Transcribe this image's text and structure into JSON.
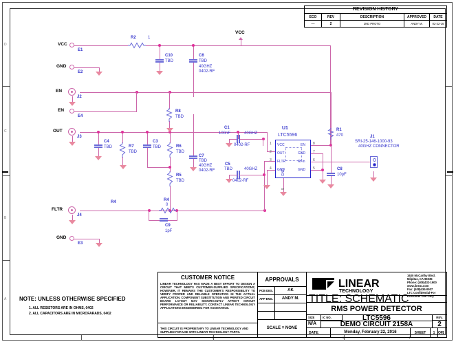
{
  "sheet": {
    "zones_vertical": [
      "D",
      "C",
      "B",
      "A"
    ],
    "zones_horizontal": [
      "4",
      "3",
      "2",
      "1"
    ]
  },
  "revision_history": {
    "title": "REVISION HISTORY",
    "columns": [
      "ECO",
      "REV",
      "DESCRIPTION",
      "APPROVED",
      "DATE"
    ],
    "rows": [
      [
        "—",
        "2",
        "2ND PROTO",
        "ANDY M.",
        "02-22-16"
      ]
    ]
  },
  "notes": {
    "heading": "NOTE: UNLESS OTHERWISE SPECIFIED",
    "items": [
      "1.  ALL RESISTORS ARE IN OHMS, 0402",
      "2.  ALL CAPACITORS ARE IN MICROFARADS, 0402"
    ]
  },
  "customer_notice": {
    "title": "CUSTOMER NOTICE",
    "body": "LINEAR TECHNOLOGY HAS MADE A BEST EFFORT TO DESIGN A CIRCUIT THAT MEETS CUSTOMER-SUPPLIED SPECIFICATIONS; HOWEVER, IT REMAINS THE CUSTOMER'S RESPONSIBILITY TO VERIFY PROPER AND RELIABLE OPERATION IN THE ACTUAL APPLICATION.  COMPONENT SUBSTITUTION AND PRINTED CIRCUIT BOARD LAYOUT MAY SIGNIFICANTLY AFFECT CIRCUIT PERFORMANCE OR RELIABILITY.  CONTACT LINEAR TECHNOLOGY APPLICATIONS ENGINEERING FOR ASSISTANCE.",
    "footer": "THIS CIRCUIT IS PROPRIETARY TO LINEAR TECHNOLOGY AND SUPPLIED FOR USE WITH LINEAR TECHNOLOGY PARTS."
  },
  "approvals": {
    "title": "APPROVALS",
    "rows": [
      {
        "label": "PCB DES.",
        "value": "AK"
      },
      {
        "label": "APP ENG.",
        "value": "ANDY M."
      },
      {
        "label": "",
        "value": ""
      },
      {
        "label": "",
        "value": ""
      }
    ],
    "scale": "SCALE = NONE"
  },
  "company": {
    "name": "LINEAR",
    "subname": "TECHNOLOGY",
    "address_line1": "1630 McCarthy Blvd.",
    "address_line2": "Milpitas, CA 95035",
    "phone": "Phone: (408)432-1900  www.linear.com",
    "fax": "Fax: (408)434-0507",
    "confidential": "LTC Confidential-For Customer Use Only"
  },
  "title_block": {
    "title_label": "TITLE:  SCHEMATIC",
    "title_main": "RMS POWER DETECTOR",
    "size_label": "SIZE",
    "size_value": "N/A",
    "ic_no_label": "IC NO.",
    "ic_no_value": "LTC5596",
    "demo_circuit": "DEMO CIRCUIT 2158A",
    "rev_label": "REV.",
    "rev_value": "2",
    "date_label": "DATE:",
    "date_value": "Monday, February 22, 2016",
    "sheet_label": "SHEET",
    "sheet_number": "1",
    "of_label": "OF",
    "sheet_total": "1"
  },
  "schematic": {
    "nets": [
      {
        "name": "VCC",
        "id": "net-vcc-left"
      },
      {
        "name": "GND",
        "id": "net-gnd-e2"
      },
      {
        "name": "EN",
        "id": "net-en-j2"
      },
      {
        "name": "EN",
        "id": "net-en-e4"
      },
      {
        "name": "OUT",
        "id": "net-out-j3"
      },
      {
        "name": "FLTR",
        "id": "net-fltr-j4"
      },
      {
        "name": "GND",
        "id": "net-gnd-e3"
      },
      {
        "name": "VCC",
        "id": "net-vcc-top"
      }
    ],
    "terminals": [
      {
        "ref": "E1",
        "net": "VCC"
      },
      {
        "ref": "E2",
        "net": "GND"
      },
      {
        "ref": "E4",
        "net": "EN"
      },
      {
        "ref": "E3",
        "net": "GND"
      }
    ],
    "jacks": [
      {
        "ref": "J2",
        "net": "EN"
      },
      {
        "ref": "J3",
        "net": "OUT"
      },
      {
        "ref": "J4",
        "net": "FLTR"
      }
    ],
    "components": [
      {
        "ref": "R2",
        "value": "1"
      },
      {
        "ref": "R8",
        "value": "TBD"
      },
      {
        "ref": "R7",
        "value": "TBD"
      },
      {
        "ref": "R6",
        "value": "TBD"
      },
      {
        "ref": "R5",
        "value": "TBD"
      },
      {
        "ref": "R4",
        "value": "0"
      },
      {
        "ref": "R1",
        "value": "470"
      },
      {
        "ref": "C10",
        "value": "TBD"
      },
      {
        "ref": "C6",
        "value": "TBD",
        "note1": "40GHZ",
        "note2": "0402-RF"
      },
      {
        "ref": "C7",
        "value": "TBD",
        "note1": "40GHZ",
        "note2": "0402-RF"
      },
      {
        "ref": "C1",
        "value": "100nF",
        "note1": "40GHZ",
        "note2": "0402-RF"
      },
      {
        "ref": "C5",
        "value": "TBD",
        "note1": "40GHZ",
        "note2": "0402-RF"
      },
      {
        "ref": "C4",
        "value": "TBD"
      },
      {
        "ref": "C3",
        "value": "TBD"
      },
      {
        "ref": "C9",
        "value": "1pF"
      },
      {
        "ref": "C8",
        "value": "10pF"
      }
    ],
    "ic": {
      "ref": "U1",
      "part": "LTC5596",
      "pins_left": [
        {
          "num": "1",
          "name": "VCC"
        },
        {
          "num": "2",
          "name": "OUT"
        },
        {
          "num": "3",
          "name": "FLTR"
        },
        {
          "num": "4",
          "name": "GND"
        }
      ],
      "pins_right": [
        {
          "num": "8",
          "name": "EN"
        },
        {
          "num": "7",
          "name": "GND"
        },
        {
          "num": "6",
          "name": "RFin"
        },
        {
          "num": "5",
          "name": "GND"
        }
      ],
      "pin_bottom": {
        "num": "9",
        "name": "GND"
      }
    },
    "connector": {
      "ref": "J1",
      "part": "SRI-25-146-1000-93",
      "desc": "40GHZ CONNECTOR"
    }
  }
}
